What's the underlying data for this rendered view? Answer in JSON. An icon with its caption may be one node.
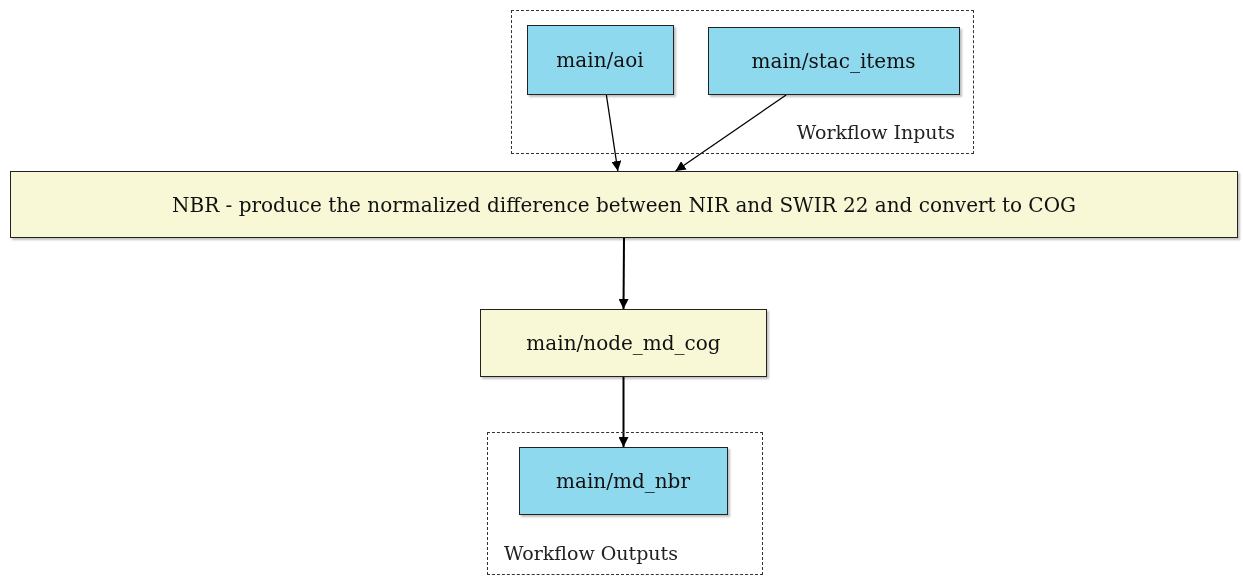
{
  "diagram": {
    "nodes": [
      {
        "text": [
          "Workflow Inputs"
        ]
      },
      {
        "text": [
          "main/aoi"
        ],
        "in": 0
      },
      {
        "text": [
          "main/stac_items"
        ],
        "in": 0
      },
      {
        "text": [
          "NBR - produce the normalized difference between NIR and SWIR 22 and convert to COG"
        ]
      },
      {
        "text": [
          "main/node_md_cog"
        ]
      },
      {
        "text": [
          "Workflow Outputs"
        ]
      },
      {
        "text": [
          "main/md_nbr"
        ],
        "in": 5
      }
    ],
    "edges": [
      {
        "from": 1,
        "to": 3,
        "arrow": "to"
      },
      {
        "from": 2,
        "to": 3,
        "arrow": "to"
      },
      {
        "from": 3,
        "to": 4,
        "arrow": "to"
      },
      {
        "from": 4,
        "to": 6,
        "arrow": "to"
      }
    ]
  }
}
